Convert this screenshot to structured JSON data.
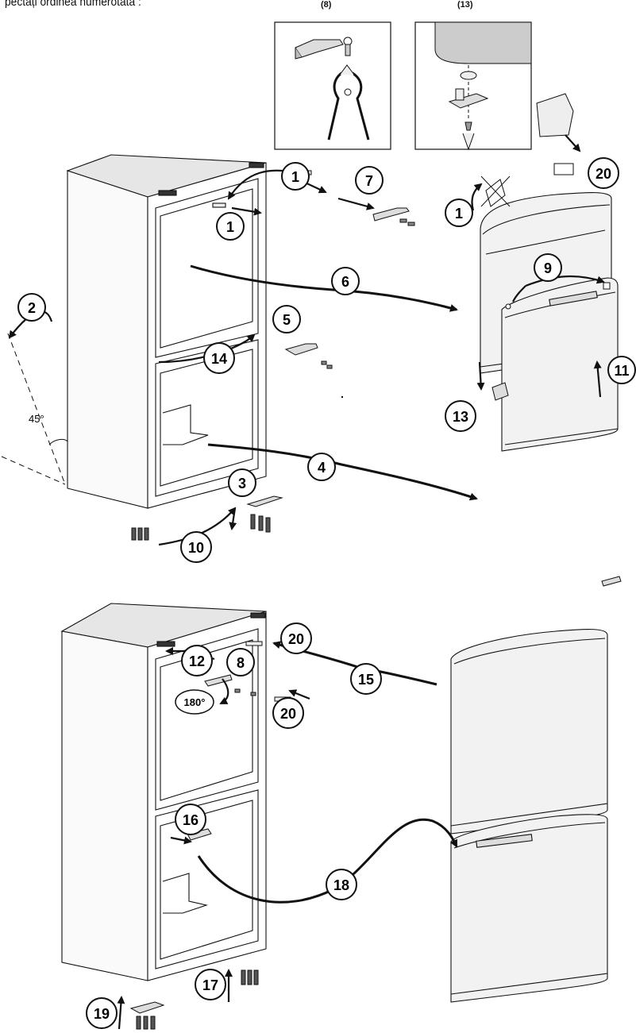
{
  "caption": "pectați ordinea numerotată :",
  "detail_panels": {
    "left_title": "(8)",
    "right_title": "(13)"
  },
  "angle_label": "45°",
  "rotation_label": "180°",
  "steps": {
    "s1a": "1",
    "s1b": "1",
    "s1c": "1",
    "s2": "2",
    "s3": "3",
    "s4": "4",
    "s5": "5",
    "s6": "6",
    "s7": "7",
    "s8": "8",
    "s9": "9",
    "s10": "10",
    "s11": "11",
    "s12": "12",
    "s13": "13",
    "s14": "14",
    "s15": "15",
    "s16": "16",
    "s17": "17",
    "s18": "18",
    "s19": "19",
    "s20a": "20",
    "s20b": "20",
    "s20c": "20"
  }
}
